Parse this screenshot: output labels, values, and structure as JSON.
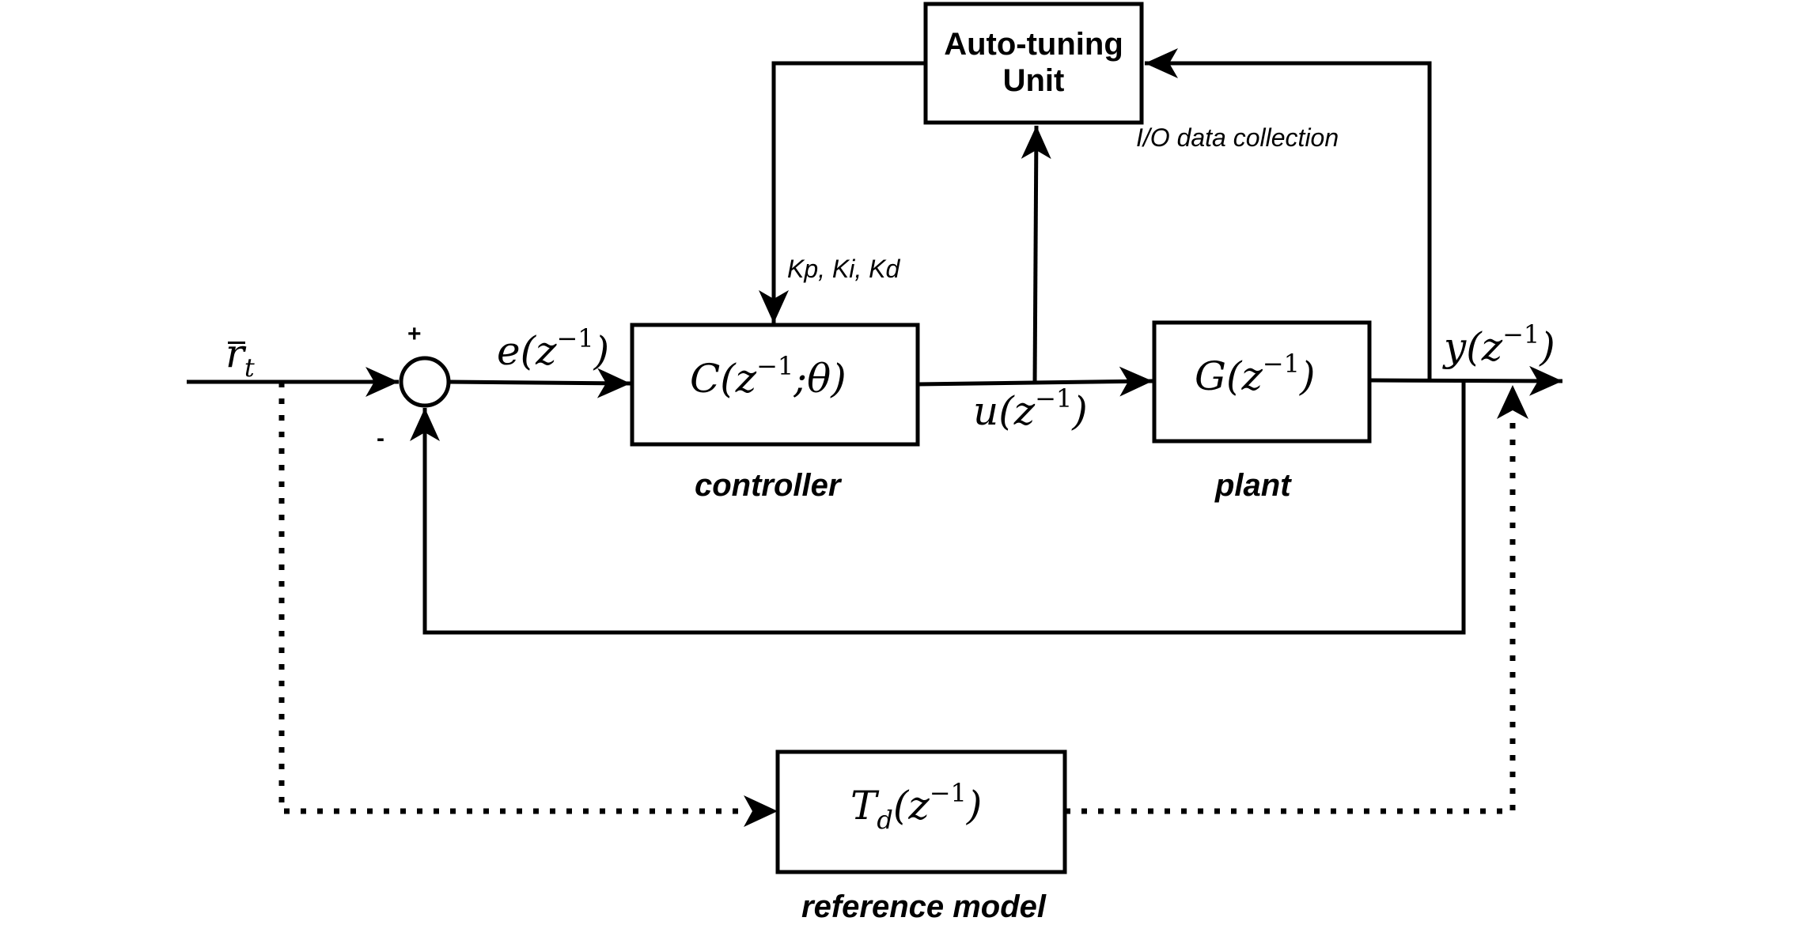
{
  "blocks": {
    "auto_tuning": {
      "line1": "Auto-tuning",
      "line2": "Unit"
    },
    "controller": {
      "expr_base": "C(z",
      "expr_exp": "−1",
      "expr_tail": ";θ)",
      "caption": "controller"
    },
    "plant": {
      "expr_base": "G(z",
      "expr_exp": "−1",
      "expr_tail": ")",
      "caption": "plant"
    },
    "reference_model": {
      "expr_base": "T",
      "expr_sub": "d",
      "expr_mid": "(z",
      "expr_exp": "−1",
      "expr_tail": ")",
      "caption": "reference model"
    }
  },
  "signals": {
    "reference": {
      "base": "r",
      "sub": "t"
    },
    "error": {
      "base": "e(z",
      "exp": "−1",
      "tail": ")"
    },
    "control": {
      "base": "u(z",
      "exp": "−1",
      "tail": ")"
    },
    "output": {
      "base": "y(z",
      "exp": "−1",
      "tail": ")"
    }
  },
  "annotations": {
    "gains": "Kp, Ki, Kd",
    "io_collection": "I/O data collection",
    "plus_sign": "+",
    "minus_sign": "-"
  }
}
